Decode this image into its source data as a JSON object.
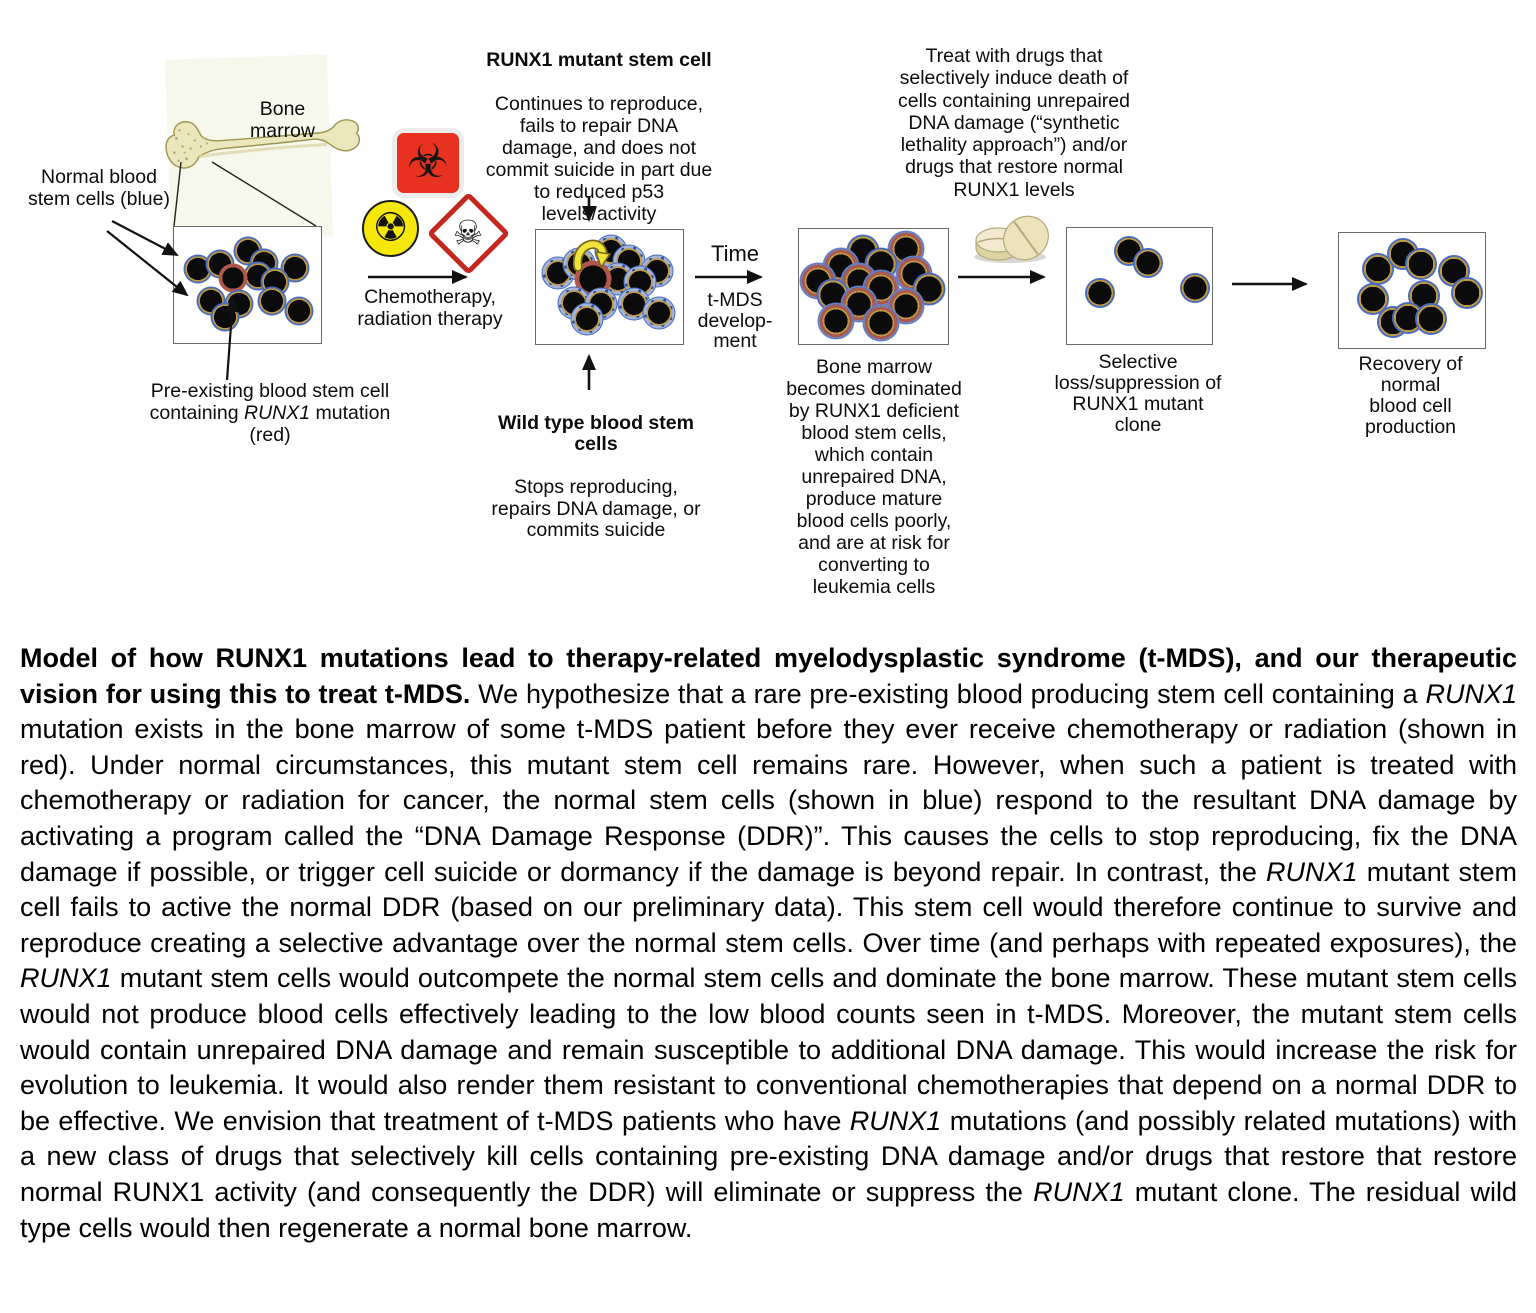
{
  "diagram": {
    "labels": {
      "bone_marrow": "Bone marrow",
      "normal_stem": [
        "Normal blood",
        "stem cells (blue)"
      ],
      "preexisting": {
        "pre": "Pre-existing blood stem cell containing ",
        "gene": "RUNX1",
        "post": " mutation (red)"
      },
      "chemo": [
        "Chemotherapy,",
        "radiation therapy"
      ],
      "mutant_title": "RUNX1 mutant stem cell",
      "mutant_body": [
        "Continues to reproduce,",
        "fails to repair DNA",
        "damage, and does not",
        "commit suicide in part due",
        "to reduced p53",
        "levels/activity"
      ],
      "time": "Time",
      "tmds": [
        "t-MDS",
        "develop-",
        "ment"
      ],
      "wildtype_title": [
        "Wild type blood stem",
        "cells"
      ],
      "wildtype_body": [
        "Stops reproducing,",
        "repairs DNA damage, or",
        "commits suicide"
      ],
      "dominated": [
        "Bone marrow",
        "becomes dominated",
        "by RUNX1 deficient",
        "blood stem cells,",
        "which contain",
        "unrepaired DNA,",
        "produce mature",
        "blood cells poorly,",
        "and are at risk for",
        "converting to",
        "leukemia cells"
      ],
      "treat": [
        "Treat with drugs that",
        "selectively induce death of",
        "cells containing unrepaired",
        "DNA damage (“synthetic",
        "lethality approach”) and/or",
        "drugs that restore normal",
        "RUNX1 levels"
      ],
      "selective": [
        "Selective",
        "loss/suppression of",
        "RUNX1 mutant",
        "clone"
      ],
      "recovery": [
        "Recovery of normal",
        "blood cell",
        "production"
      ]
    },
    "icons": {
      "biohazard_icon": "☣",
      "radiation_icon": "☢",
      "toxic_icon": "☠"
    },
    "colors": {
      "normal_cell": "#4a6bbd",
      "mutant_cell": "#b2574b",
      "damaged_cell": "#a2b3dc",
      "tmds_cell": "#a85a50",
      "nucleus": "#0b0b0b",
      "inner_ring": "#bf9a40",
      "biohazard_red": "#e8321f",
      "radiation_yellow": "#f6e70a",
      "toxic_red": "#c5271e",
      "loop_yellow": "#f2e23c"
    },
    "boxes": [
      {
        "name": "box-normal-marrow",
        "cell_size": 29,
        "cells": [
          [
            16,
            36,
            "n"
          ],
          [
            31,
            32,
            "n"
          ],
          [
            50,
            21,
            "n"
          ],
          [
            61,
            31,
            "n"
          ],
          [
            82,
            35,
            "n"
          ],
          [
            57,
            42,
            "n"
          ],
          [
            69,
            47,
            "n"
          ],
          [
            40,
            44,
            "m"
          ],
          [
            25,
            64,
            "n"
          ],
          [
            44,
            66,
            "n"
          ],
          [
            35,
            78,
            "n"
          ],
          [
            67,
            64,
            "n"
          ],
          [
            85,
            72,
            "n"
          ]
        ]
      },
      {
        "name": "box-damaged-marrow",
        "cell_size": 33,
        "cells": [
          [
            15,
            38,
            "d"
          ],
          [
            29,
            30,
            "d"
          ],
          [
            51,
            18,
            "d"
          ],
          [
            63,
            27,
            "d"
          ],
          [
            82,
            36,
            "d"
          ],
          [
            56,
            43,
            "d"
          ],
          [
            71,
            46,
            "d"
          ],
          [
            39,
            43,
            "m",
            37
          ],
          [
            26,
            64,
            "d"
          ],
          [
            44,
            65,
            "d"
          ],
          [
            35,
            78,
            "d"
          ],
          [
            67,
            65,
            "d"
          ],
          [
            84,
            73,
            "d"
          ]
        ]
      },
      {
        "name": "box-dominated-marrow",
        "cell_size": 33,
        "cells": [
          [
            43,
            19,
            "n"
          ],
          [
            72,
            17,
            "md"
          ],
          [
            28,
            32,
            "md"
          ],
          [
            55,
            30,
            "n"
          ],
          [
            13,
            45,
            "md"
          ],
          [
            40,
            45,
            "md"
          ],
          [
            77,
            39,
            "md"
          ],
          [
            87,
            52,
            "n"
          ],
          [
            55,
            51,
            "md"
          ],
          [
            23,
            57,
            "n"
          ],
          [
            40,
            65,
            "md"
          ],
          [
            72,
            67,
            "md"
          ],
          [
            25,
            80,
            "md"
          ],
          [
            55,
            82,
            "md"
          ]
        ]
      },
      {
        "name": "box-selective-loss",
        "cell_size": 30,
        "cells": [
          [
            43,
            20,
            "n"
          ],
          [
            56,
            30,
            "n"
          ],
          [
            23,
            56,
            "n"
          ],
          [
            88,
            52,
            "n"
          ]
        ]
      },
      {
        "name": "box-recovery",
        "cell_size": 32,
        "cells": [
          [
            27,
            31,
            "n"
          ],
          [
            44,
            18,
            "n"
          ],
          [
            56,
            27,
            "n"
          ],
          [
            79,
            33,
            "n"
          ],
          [
            23,
            57,
            "n"
          ],
          [
            58,
            55,
            "n"
          ],
          [
            88,
            52,
            "n"
          ],
          [
            37,
            77,
            "n"
          ],
          [
            47,
            74,
            "n"
          ],
          [
            63,
            75,
            "n"
          ]
        ]
      }
    ]
  },
  "caption": {
    "runs": [
      {
        "text": "Model of how RUNX1 mutations lead to therapy-related myelodysplastic syndrome (t-MDS), and our therapeutic vision for using this to treat t-MDS."
      },
      {
        "text": "  We hypothesize that a rare pre-existing blood producing stem cell containing a "
      },
      {
        "text": "RUNX1"
      },
      {
        "text": " mutation exists in the bone marrow of some t-MDS patient before they ever receive chemotherapy or radiation (shown in red).  Under normal circumstances, this mutant stem cell remains rare. However, when such a patient is treated with chemotherapy or radiation for cancer, the normal stem cells (shown in blue) respond to the resultant DNA damage by activating a program called the “DNA Damage Response (DDR)”.  This causes the cells to stop reproducing, fix the DNA damage if possible, or trigger cell suicide or dormancy if the damage is beyond repair.  In contrast, the "
      },
      {
        "text": "RUNX1"
      },
      {
        "text": " mutant stem cell fails to active the normal DDR (based on our preliminary data). This stem cell would therefore continue to survive and reproduce creating a selective advantage over the normal stem cells. Over time (and perhaps with repeated exposures), the "
      },
      {
        "text": "RUNX1"
      },
      {
        "text": " mutant stem cells would outcompete the normal stem cells and dominate the bone marrow.  These mutant stem cells would not produce blood cells effectively leading to the low blood counts seen in t-MDS.  Moreover, the mutant stem cells would contain unrepaired DNA damage and remain susceptible to additional DNA damage. This would increase the risk for evolution to leukemia.  It would also render them resistant to conventional chemotherapies that depend on a normal DDR to be effective.  We envision that treatment of t-MDS patients who have "
      },
      {
        "text": "RUNX1"
      },
      {
        "text": " mutations (and possibly related mutations) with a new class of drugs that selectively kill cells containing pre-existing DNA damage and/or drugs that restore that restore normal RUNX1 activity (and consequently the DDR) will eliminate or suppress the "
      },
      {
        "text": "RUNX1"
      },
      {
        "text": " mutant clone. The residual wild type cells would then regenerate a normal bone marrow."
      }
    ]
  }
}
